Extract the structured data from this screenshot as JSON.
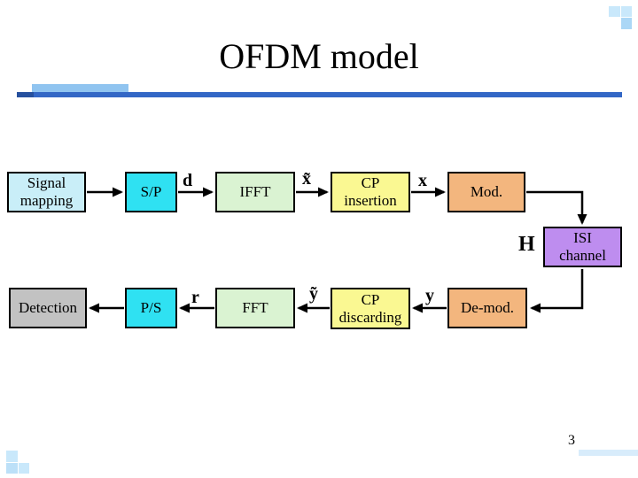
{
  "slide": {
    "title": "OFDM model",
    "page_number": "3"
  },
  "colors": {
    "title_text": "#000000",
    "underline_bar": "#3367C6",
    "underline_bar_left_cap": "#26509E",
    "underline_accent": "#90C4F0",
    "corner_square_light": "#C9E8FB",
    "corner_square_medium": "#ABD7F6",
    "corner_square_soft": "#BCE0F8",
    "footer_bar": "#D8ECFB",
    "box_border": "#000000",
    "arrow": "#000000"
  },
  "diagram": {
    "blocks": [
      {
        "id": "signal-mapping",
        "lines": [
          "Signal",
          "mapping"
        ],
        "color": "#C9EEF8"
      },
      {
        "id": "serial-to-parallel",
        "lines": [
          "S/P"
        ],
        "color": "#2FE1F2"
      },
      {
        "id": "ifft",
        "lines": [
          "IFFT"
        ],
        "color": "#DAF3D2"
      },
      {
        "id": "cp-insertion",
        "lines": [
          "CP",
          "insertion"
        ],
        "color": "#FAF892"
      },
      {
        "id": "modulator",
        "lines": [
          "Mod."
        ],
        "color": "#F3B67E"
      },
      {
        "id": "isi-channel",
        "lines": [
          "ISI",
          "channel"
        ],
        "color": "#BE8DEF"
      },
      {
        "id": "detection",
        "lines": [
          "Detection"
        ],
        "color": "#C2C2C2"
      },
      {
        "id": "parallel-to-serial",
        "lines": [
          "P/S"
        ],
        "color": "#2FE1F2"
      },
      {
        "id": "fft",
        "lines": [
          "FFT"
        ],
        "color": "#DAF3D2"
      },
      {
        "id": "cp-discarding",
        "lines": [
          "CP",
          "discarding"
        ],
        "color": "#FAF892"
      },
      {
        "id": "demodulator",
        "lines": [
          "De-mod."
        ],
        "color": "#F3B67E"
      }
    ],
    "signal_labels": [
      {
        "id": "d",
        "text": "d"
      },
      {
        "id": "x-tilde",
        "text": "x̃"
      },
      {
        "id": "x",
        "text": "x"
      },
      {
        "id": "H",
        "text": "H"
      },
      {
        "id": "r",
        "text": "r"
      },
      {
        "id": "y-tilde",
        "text": "ỹ"
      },
      {
        "id": "y",
        "text": "y"
      }
    ]
  }
}
